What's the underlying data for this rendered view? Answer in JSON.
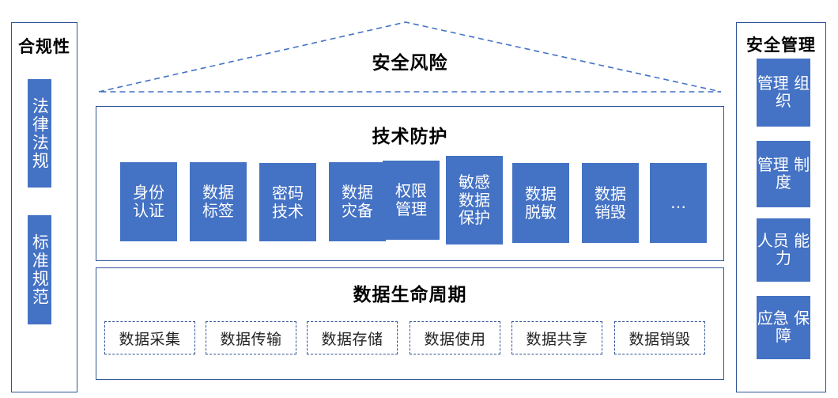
{
  "diagram": {
    "risk": {
      "label": "安全风险",
      "shape": "dashed-triangle",
      "color": "#4472C4"
    },
    "left_panel": {
      "title": "合规性",
      "items": [
        {
          "label": "法律法规"
        },
        {
          "label": "标准规范"
        }
      ]
    },
    "right_panel": {
      "title": "安全管理",
      "items": [
        {
          "label": "管理组织",
          "line1": "管理",
          "line2": "组织"
        },
        {
          "label": "管理制度",
          "line1": "管理",
          "line2": "制度"
        },
        {
          "label": "人员能力",
          "line1": "人员",
          "line2": "能力"
        },
        {
          "label": "应急保障",
          "line1": "应急",
          "line2": "保障"
        }
      ]
    },
    "tech_panel": {
      "title": "技术防护",
      "items": [
        {
          "label": "身份认证",
          "lines": [
            "身份",
            "认证"
          ]
        },
        {
          "label": "数据标签",
          "lines": [
            "数据",
            "标签"
          ]
        },
        {
          "label": "密码技术",
          "lines": [
            "密码",
            "技术"
          ]
        },
        {
          "label": "数据灾备",
          "lines": [
            "数据",
            "灾备"
          ]
        },
        {
          "label": "权限管理",
          "lines": [
            "权限",
            "管理"
          ]
        },
        {
          "label": "敏感数据保护",
          "lines": [
            "敏感",
            "数据",
            "保护"
          ]
        },
        {
          "label": "数据脱敏",
          "lines": [
            "数据",
            "脱敏"
          ]
        },
        {
          "label": "数据销毁",
          "lines": [
            "数据",
            "销毁"
          ]
        },
        {
          "label": "…",
          "lines": [
            "…"
          ]
        }
      ]
    },
    "lifecycle_panel": {
      "title": "数据生命周期",
      "items": [
        {
          "label": "数据采集"
        },
        {
          "label": "数据传输"
        },
        {
          "label": "数据存储"
        },
        {
          "label": "数据使用"
        },
        {
          "label": "数据共享"
        },
        {
          "label": "数据销毁"
        }
      ]
    },
    "colors": {
      "chip_fill": "#4472C4",
      "border": "#2F5496",
      "chip_text": "#FFFFFF",
      "title_text": "#000000"
    }
  }
}
